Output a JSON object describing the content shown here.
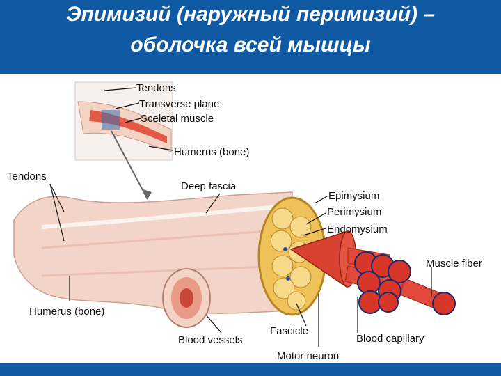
{
  "slide": {
    "title_line1": "Эпимизий (наружный перимизий) –",
    "title_line2": "оболочка всей мышцы"
  },
  "labels": {
    "tendons_top": "Tendons",
    "transverse_plane": "Transverse plane",
    "sceletal_muscle": "Sceletal muscle",
    "humerus_top": "Humerus (bone)",
    "tendons_left": "Tendons",
    "deep_fascia": "Deep fascia",
    "epimysium": "Epimysium",
    "perimysium": "Perimysium",
    "endomysium": "Endomysium",
    "muscle_fiber": "Muscle fiber",
    "humerus_bottom": "Humerus (bone)",
    "fascicle": "Fascicle",
    "blood_capillary": "Blood capillary",
    "blood_vessels": "Blood vessels",
    "motor_neuron": "Motor neuron"
  },
  "colors": {
    "title_bar": "#0f5aa3",
    "muscle_sheath": "#f2d5c8",
    "muscle_red": "#d8412f",
    "fascicle_yellow": "#f0c35a",
    "label_text": "#111111"
  }
}
